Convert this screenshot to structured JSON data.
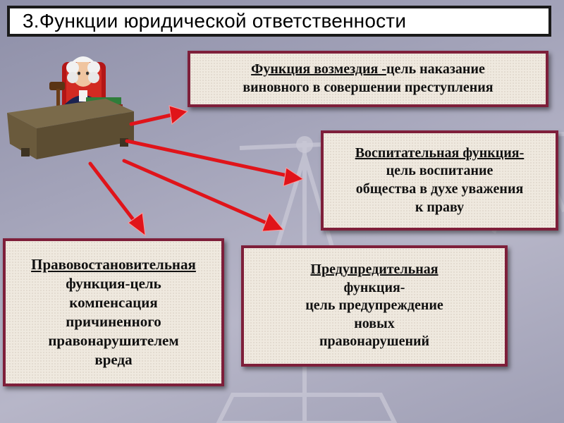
{
  "title": "3.Функции юридической ответственности",
  "boxes": {
    "retribution": {
      "heading": "Функция возмездия -",
      "rest": "цель наказание",
      "line2": "виновного в совершении преступления"
    },
    "educational": {
      "heading": "Воспитательная функция-",
      "lines": [
        "цель воспитание",
        "общества в духе уважения",
        "к праву"
      ]
    },
    "restorative": {
      "heading": "Правовостановительная",
      "lines": [
        "функция-цель",
        "компенсация",
        "причиненного",
        "правонарушителем",
        "вреда"
      ]
    },
    "preventive": {
      "heading": "Предупредительная",
      "lines": [
        "функция-",
        "цель предупреждение",
        "новых",
        "правонарушений"
      ]
    }
  },
  "colors": {
    "arrow": "#e0141a",
    "box_border": "#7e1f3a",
    "box_fill": "#efe9df",
    "title_border": "#1a1a1a"
  },
  "icons": [
    "judge-illustration",
    "scales-watermark"
  ]
}
